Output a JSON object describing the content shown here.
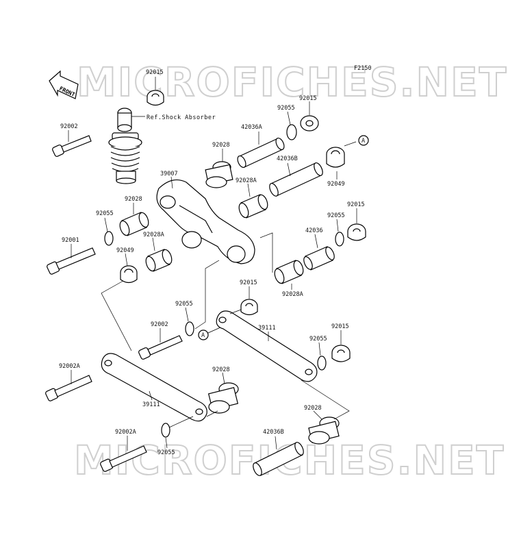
{
  "diagram_code": "F2150",
  "front_label": "FRONT",
  "watermark": "MICROFICHES.NET",
  "reference_text": "Ref.Shock Absorber",
  "callout_marker": "A",
  "part_labels": {
    "p92015_top": "92015",
    "p92055_tr": "92055",
    "p92015_tr": "92015",
    "p92002_tl": "92002",
    "p42036a": "42036A",
    "p92028_c": "92028",
    "p42036b_r": "42036B",
    "p39007": "39007",
    "p92028a_c": "92028A",
    "p92049_r": "92049",
    "p92028_l": "92028",
    "p92055_l": "92055",
    "p92015_r": "92015",
    "p92055_r": "92055",
    "p92028a_l": "92028A",
    "p92001": "92001",
    "p42036": "42036",
    "p92049_l": "92049",
    "p92028a_r": "92028A",
    "p92015_m": "92015",
    "p92055_m": "92055",
    "p92002_m": "92002",
    "p39111_r": "39111",
    "p92015_br": "92015",
    "p92055_br": "92055",
    "p92002a_l": "92002A",
    "p92028_b": "92028",
    "p39111_l": "39111",
    "p92028_br": "92028",
    "p92002a_b": "92002A",
    "p42036b_b": "42036B",
    "p92055_b": "92055"
  }
}
